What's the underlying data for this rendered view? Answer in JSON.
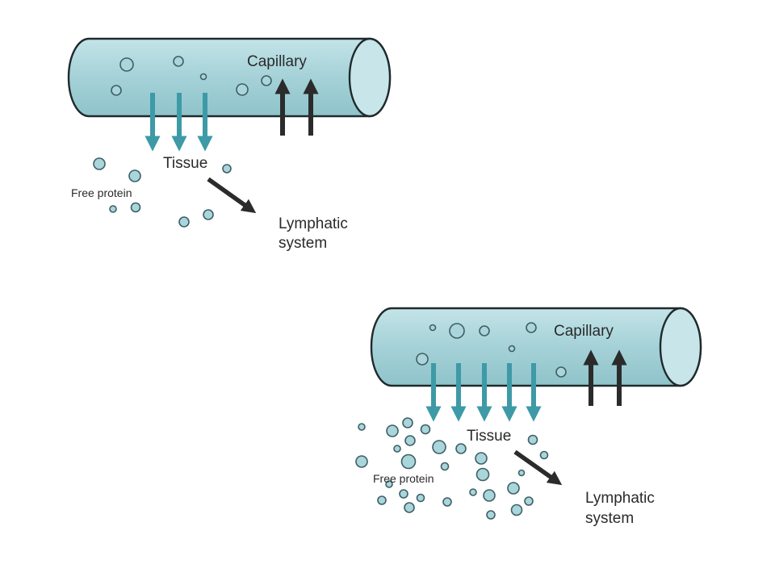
{
  "panels": [
    {
      "id": "low-leak",
      "capillary_label": "Capillary",
      "tissue_label": "Tissue",
      "free_protein_label": "Free protein",
      "lymphatic_label_line1": "Lymphatic",
      "lymphatic_label_line2": "system",
      "outflow_arrows": 3,
      "inflow_arrows": 2
    },
    {
      "id": "high-leak",
      "capillary_label": "Capillary",
      "tissue_label": "Tissue",
      "free_protein_label": "Free protein",
      "lymphatic_label_line1": "Lymphatic",
      "lymphatic_label_line2": "system",
      "outflow_arrows": 5,
      "inflow_arrows": 2
    }
  ],
  "colors": {
    "capillary_fill": "#a7d3d9",
    "outflow_arrow": "#3d9aa6",
    "inflow_arrow": "#2b2b2b",
    "protein_fill": "#a9d5db"
  }
}
